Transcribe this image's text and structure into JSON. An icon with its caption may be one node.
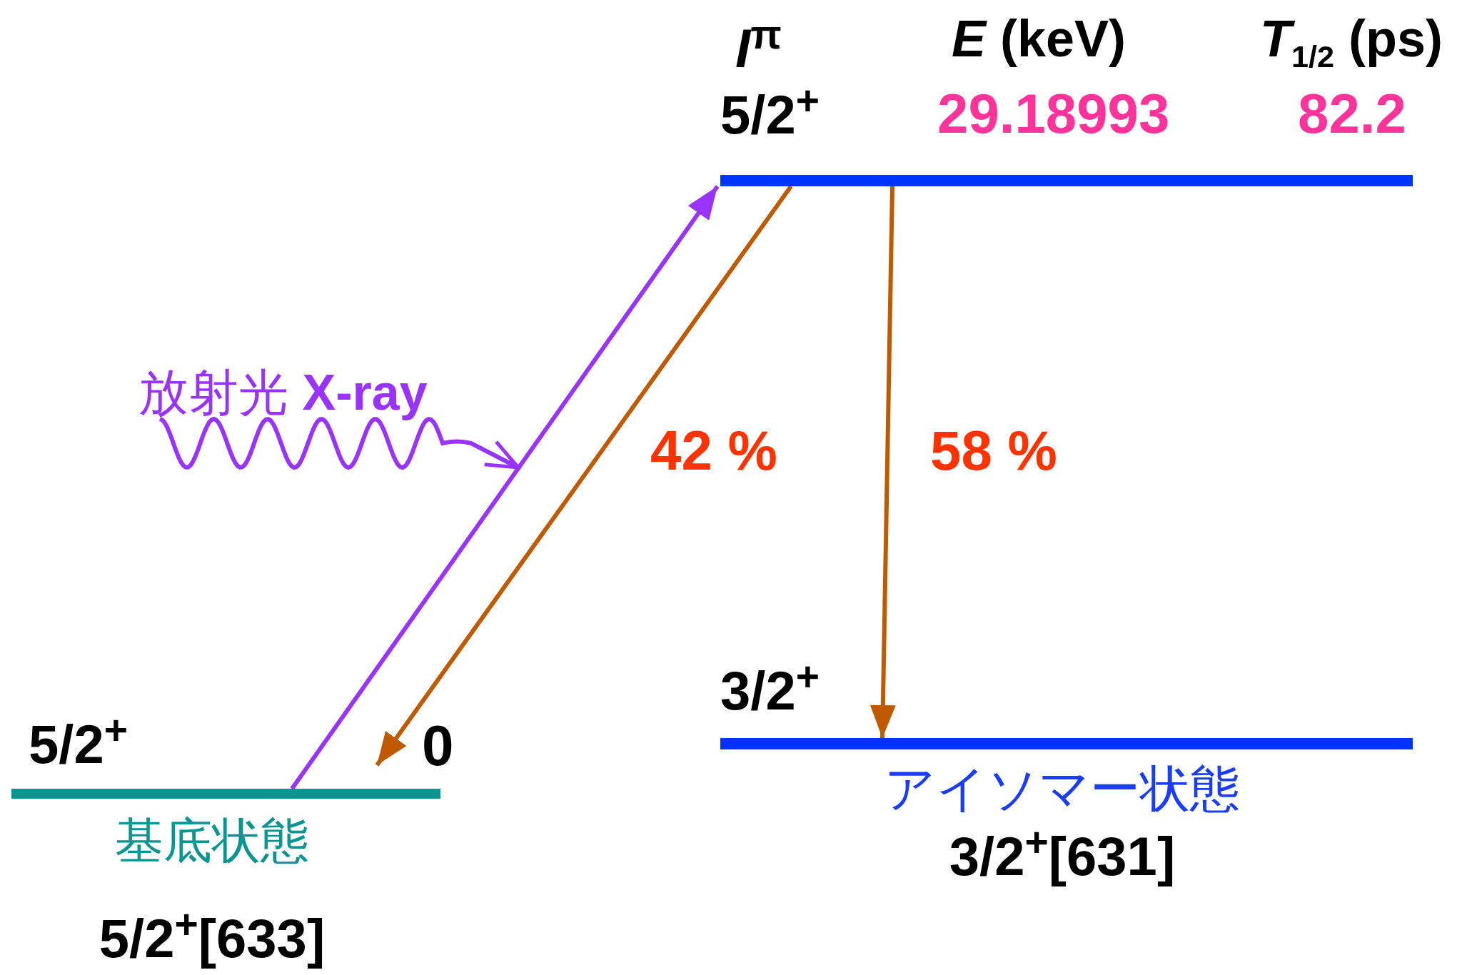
{
  "diagram": {
    "nodes": [
      {
        "text": [
          "5/2$^{+}$",
          "基底状態",
          "5/2$^{+}$[633]"
        ],
        "beside": [
          "0"
        ]
      },
      {
        "text": [
          "5/2$^{+}$"
        ],
        "beside": [
          "29.18993",
          "82.2"
        ]
      },
      {
        "text": [
          "3/2$^{+}$",
          "アイソマー状態",
          "3/2$^{+}$[631]"
        ]
      },
      {
        "text": [
          "放射光 **X-ray**"
        ]
      }
    ],
    "edges": [
      {
        "from": 0,
        "to": 1,
        "arrow": "to",
        "color": "#9933ff"
      },
      {
        "from": 1,
        "to": 0,
        "arrow": "to",
        "label": "42 %",
        "color": "#c05a00"
      },
      {
        "from": 1,
        "to": 2,
        "arrow": "to",
        "label": "58 %",
        "color": "#c05a00"
      },
      {
        "from": 3,
        "to": null,
        "arrow": "to",
        "color": "#9933ff"
      }
    ],
    "labels": [
      "*I*$^{π}$",
      "*E* (keV)",
      "*T*$_{1/2}$ (ps)"
    ]
  }
}
